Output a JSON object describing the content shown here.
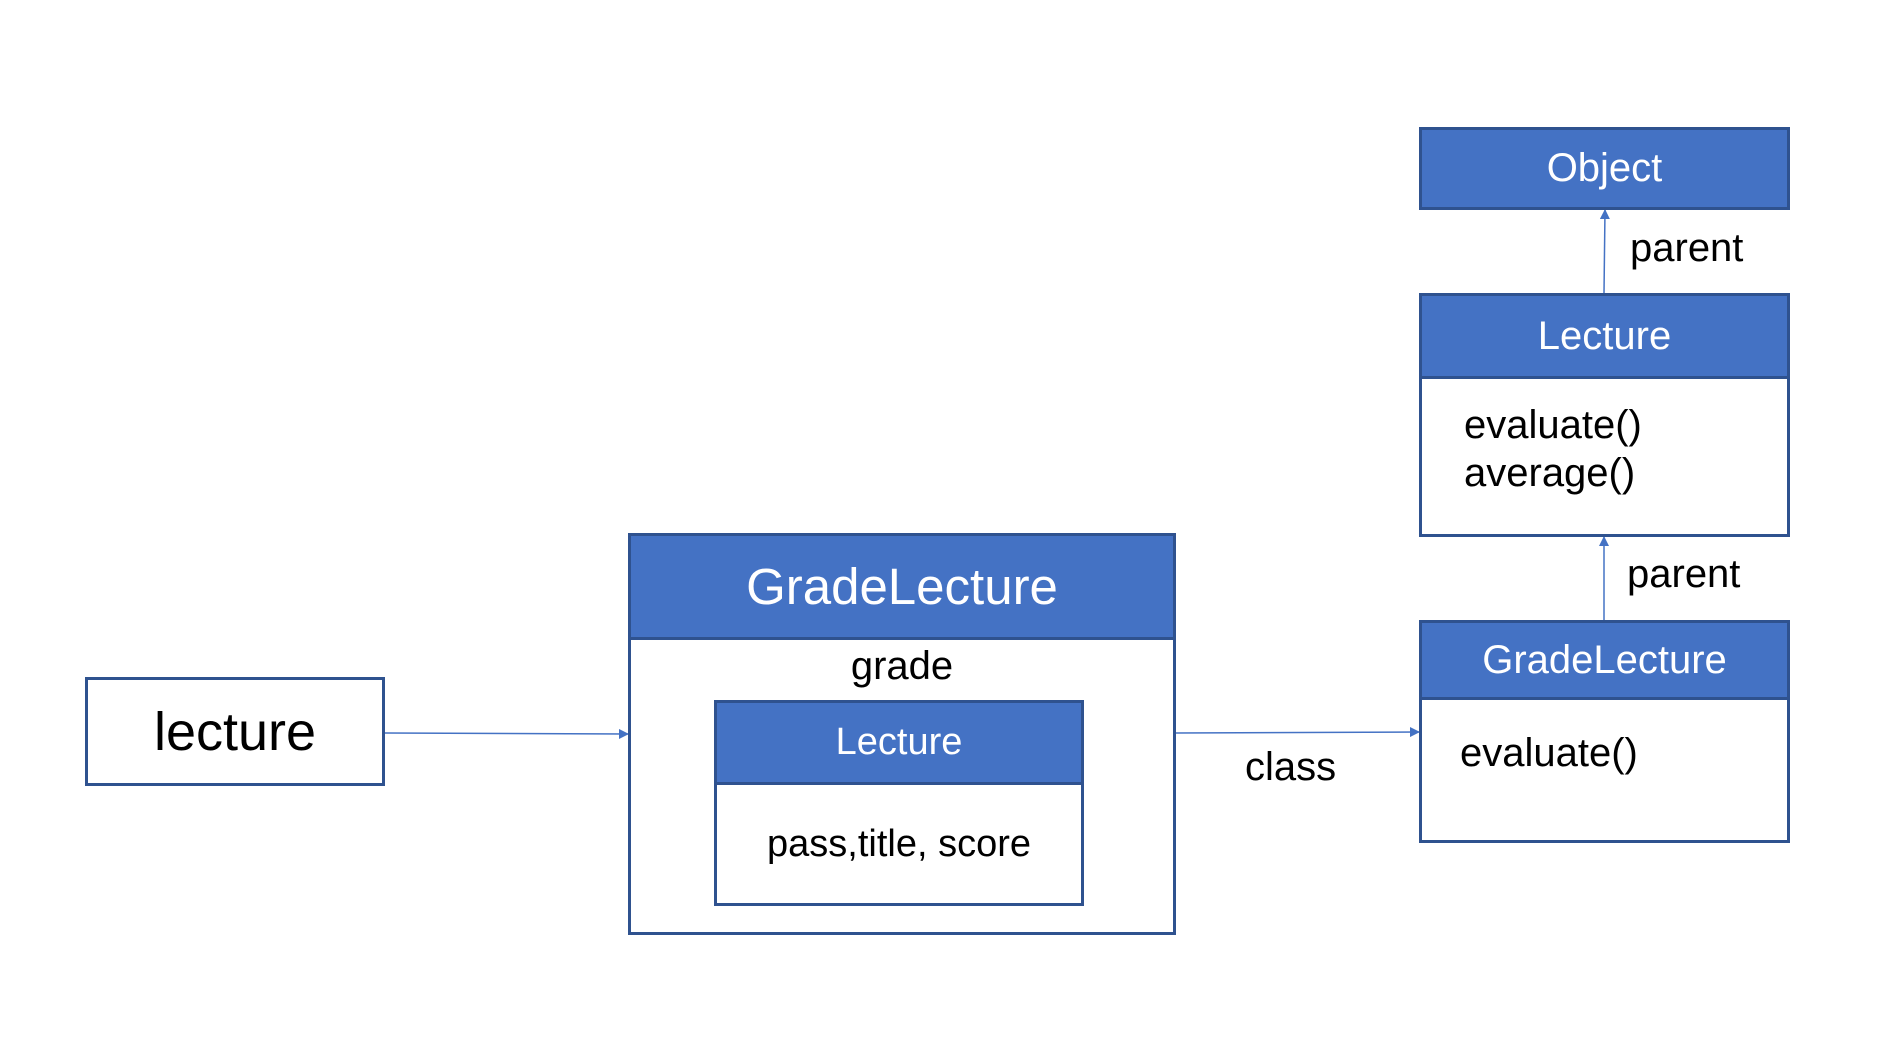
{
  "colors": {
    "header_fill": "#4472C4",
    "border": "#2F528F",
    "arrow": "#4472C4"
  },
  "variable": {
    "name": "lecture"
  },
  "instance": {
    "title": "GradeLecture",
    "member": "grade",
    "inner": {
      "title": "Lecture",
      "fields": "pass,title, score"
    }
  },
  "links": {
    "instance_to_class": "class",
    "parent_1": "parent",
    "parent_2": "parent"
  },
  "classes": {
    "object": {
      "title": "Object"
    },
    "lecture": {
      "title": "Lecture",
      "methods": [
        "evaluate()",
        "average()"
      ]
    },
    "grade_lecture": {
      "title": "GradeLecture",
      "methods": [
        "evaluate()"
      ]
    }
  }
}
